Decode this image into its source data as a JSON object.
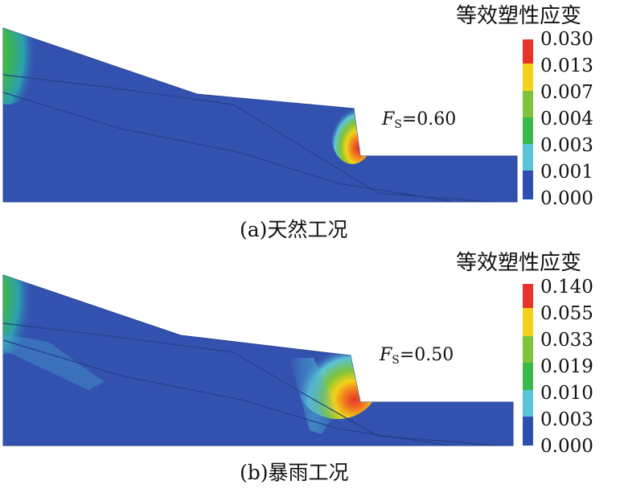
{
  "panels": [
    {
      "legend_title": "等效塑性应变",
      "legend_values": [
        "0.030",
        "0.013",
        "0.007",
        "0.004",
        "0.003",
        "0.001",
        "0.000"
      ],
      "fs_symbol": "F",
      "fs_subscript": "S",
      "fs_value": "=0.60",
      "caption": "(a)天然工况"
    },
    {
      "legend_title": "等效塑性应变",
      "legend_values": [
        "0.140",
        "0.055",
        "0.033",
        "0.019",
        "0.010",
        "0.003",
        "0.000"
      ],
      "fs_symbol": "F",
      "fs_subscript": "S",
      "fs_value": "=0.50",
      "caption": "(b)暴雨工况"
    }
  ],
  "colors": {
    "base": "#3352b0",
    "scale": [
      "#e8322a",
      "#f2d21a",
      "#7ec43a",
      "#3cb84a",
      "#5cc4d8",
      "#2c8fd0",
      "#2e4fb0"
    ]
  }
}
